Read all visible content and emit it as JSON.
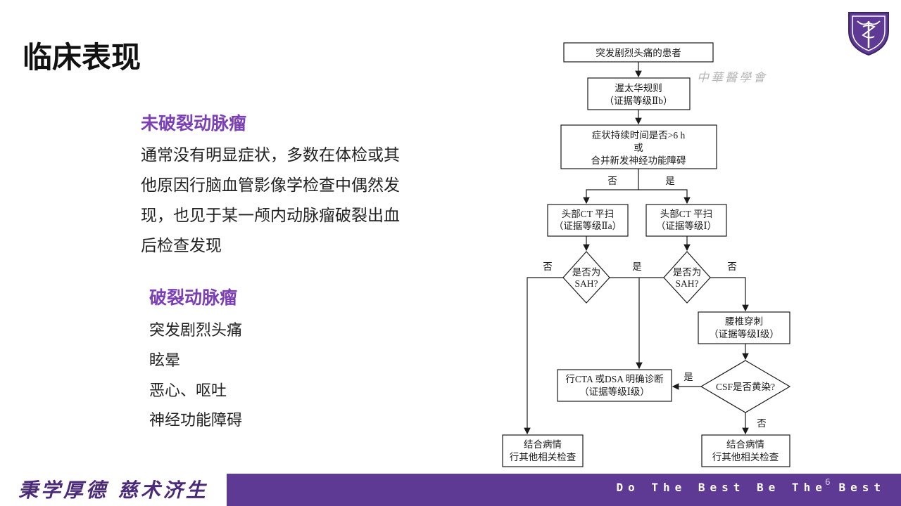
{
  "slide": {
    "title": "临床表现",
    "unruptured": {
      "heading": "未破裂动脉瘤",
      "lines": [
        "通常没有明显症状，多数在体检或其",
        "他原因行脑血管影像学检查中偶然发",
        "现，也见于某一颅内动脉瘤破裂出血",
        "后检查发现"
      ]
    },
    "ruptured": {
      "heading": "破裂动脉瘤",
      "items": [
        "突发剧烈头痛",
        "眩晕",
        "恶心、呕吐",
        "神经功能障碍"
      ]
    }
  },
  "flowchart": {
    "start": "突发剧烈头痛的患者",
    "ottawa_1": "渥太华规则",
    "ottawa_2": "（证据等级Ⅱb）",
    "cond_1": "症状持续时间是否>6 h",
    "cond_2": "或",
    "cond_3": "合并新发神经功能障碍",
    "no": "否",
    "yes": "是",
    "ct_left_1": "头部CT 平扫",
    "ct_left_2": "（证据等级Ⅱa）",
    "ct_right_1": "头部CT 平扫",
    "ct_right_2": "（证据等级Ⅰ）",
    "sah_1": "是否为",
    "sah_2": "SAH?",
    "lp_1": "腰椎穿刺",
    "lp_2": "（证据等级Ⅰ级）",
    "cta_1": "行CTA 或DSA 明确诊断",
    "cta_2": "（证据等级Ⅰ级）",
    "csf": "CSF是否黄染?",
    "end_1": "结合病情",
    "end_2": "行其他相关检查"
  },
  "watermark": "中華醫學會",
  "footer": {
    "left_motto": "秉学厚德 慈术济生",
    "right_motto": "Do The Best  Be The Best",
    "page_number": "6"
  },
  "colors": {
    "accent": "#7b3fb6",
    "footer": "#5e3a94"
  }
}
